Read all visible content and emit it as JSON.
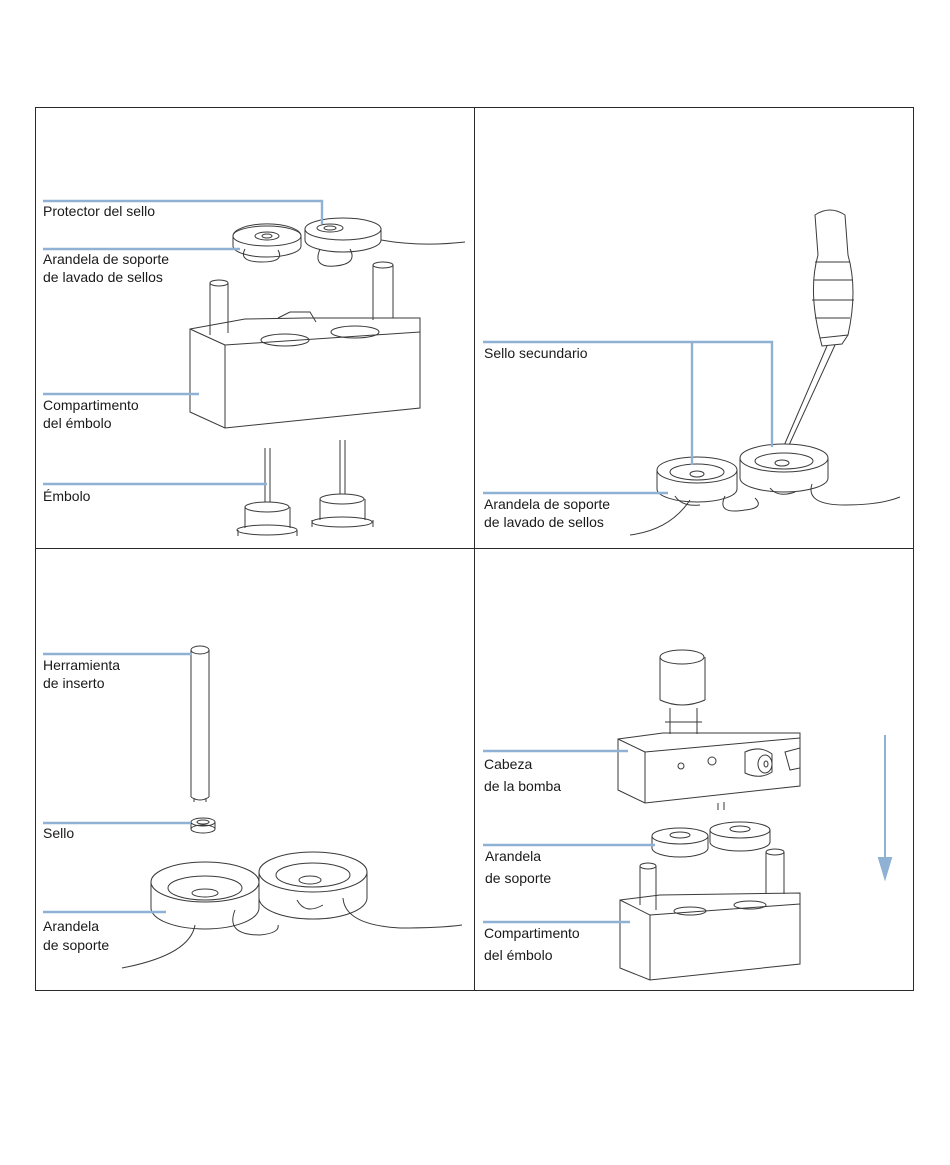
{
  "panels": {
    "top_left": {
      "labels": {
        "seal_protector": "Protector del sello",
        "wash_support_ring": [
          "Arandela de soporte",
          "de lavado de sellos"
        ],
        "plunger_housing": [
          "Compartimento",
          "del émbolo"
        ],
        "plunger": "Émbolo"
      }
    },
    "top_right": {
      "labels": {
        "secondary_seal": "Sello secundario",
        "wash_support_ring": [
          "Arandela de soporte",
          "de lavado de sellos"
        ]
      }
    },
    "bottom_left": {
      "labels": {
        "insert_tool": [
          "Herramienta",
          "de inserto"
        ],
        "seal": "Sello",
        "support_ring": [
          "Arandela",
          "de soporte"
        ]
      }
    },
    "bottom_right": {
      "labels": {
        "pump_head": [
          "Cabeza",
          "de la bomba"
        ],
        "support_ring": [
          "Arandela",
          "de soporte"
        ],
        "plunger_housing": [
          "Compartimento",
          "del émbolo"
        ]
      },
      "arrow_direction": "down"
    }
  },
  "colors": {
    "leader_line": "#8fb1d4",
    "arrow": "#8fb1d4",
    "drawing": "#3a3a3a",
    "border": "#2a2a2a"
  }
}
